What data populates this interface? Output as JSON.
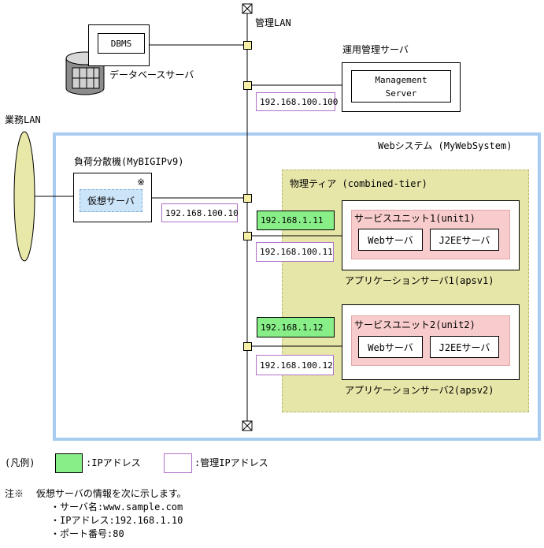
{
  "network": {
    "mgmt_lan_label": "管理LAN",
    "business_lan_label": "業務LAN"
  },
  "database": {
    "dbms_label": "DBMS",
    "server_label": "データベースサーバ"
  },
  "management_server": {
    "title": "運用管理サーバ",
    "name_line1": "Management",
    "name_line2": "Server",
    "mgmt_ip": "192.168.100.100"
  },
  "web_system": {
    "title": "Webシステム (MyWebSystem)"
  },
  "load_balancer": {
    "title": "負荷分散機(MyBIGIPv9)",
    "note_mark": "※",
    "virtual_server_label": "仮想サーバ",
    "mgmt_ip": "192.168.100.10"
  },
  "tier": {
    "title": "物理ティア (combined-tier)"
  },
  "app_servers": [
    {
      "ip": "192.168.1.11",
      "mgmt_ip": "192.168.100.11",
      "unit_label": "サービスユニット1(unit1)",
      "web_label": "Webサーバ",
      "j2ee_label": "J2EEサーバ",
      "caption": "アプリケーションサーバ1(apsv1)"
    },
    {
      "ip": "192.168.1.12",
      "mgmt_ip": "192.168.100.12",
      "unit_label": "サービスユニット2(unit2)",
      "web_label": "Webサーバ",
      "j2ee_label": "J2EEサーバ",
      "caption": "アプリケーションサーバ2(apsv2)"
    }
  ],
  "legend": {
    "title": "(凡例)",
    "ip_label": ":IPアドレス",
    "mgmt_ip_label": ":管理IPアドレス"
  },
  "note": {
    "mark": "注※",
    "text": "仮想サーバの情報を次に示します。",
    "items": [
      "・サーバ名:www.sample.com",
      "・IPアドレス:192.168.1.10",
      "・ポート番号:80"
    ]
  },
  "colors": {
    "web_system_border": "#a8ccf0",
    "tier_fill": "#e6e6a8",
    "tier_border": "#b8b870",
    "ip_fill": "#88ee88",
    "mgmt_ip_border": "#b070c8",
    "unit_fill": "#f8cccc",
    "virtual_server_fill": "#cce4f8",
    "node_fill": "#f5f0a6",
    "lan_ellipse_fill": "#e8e8a8"
  }
}
